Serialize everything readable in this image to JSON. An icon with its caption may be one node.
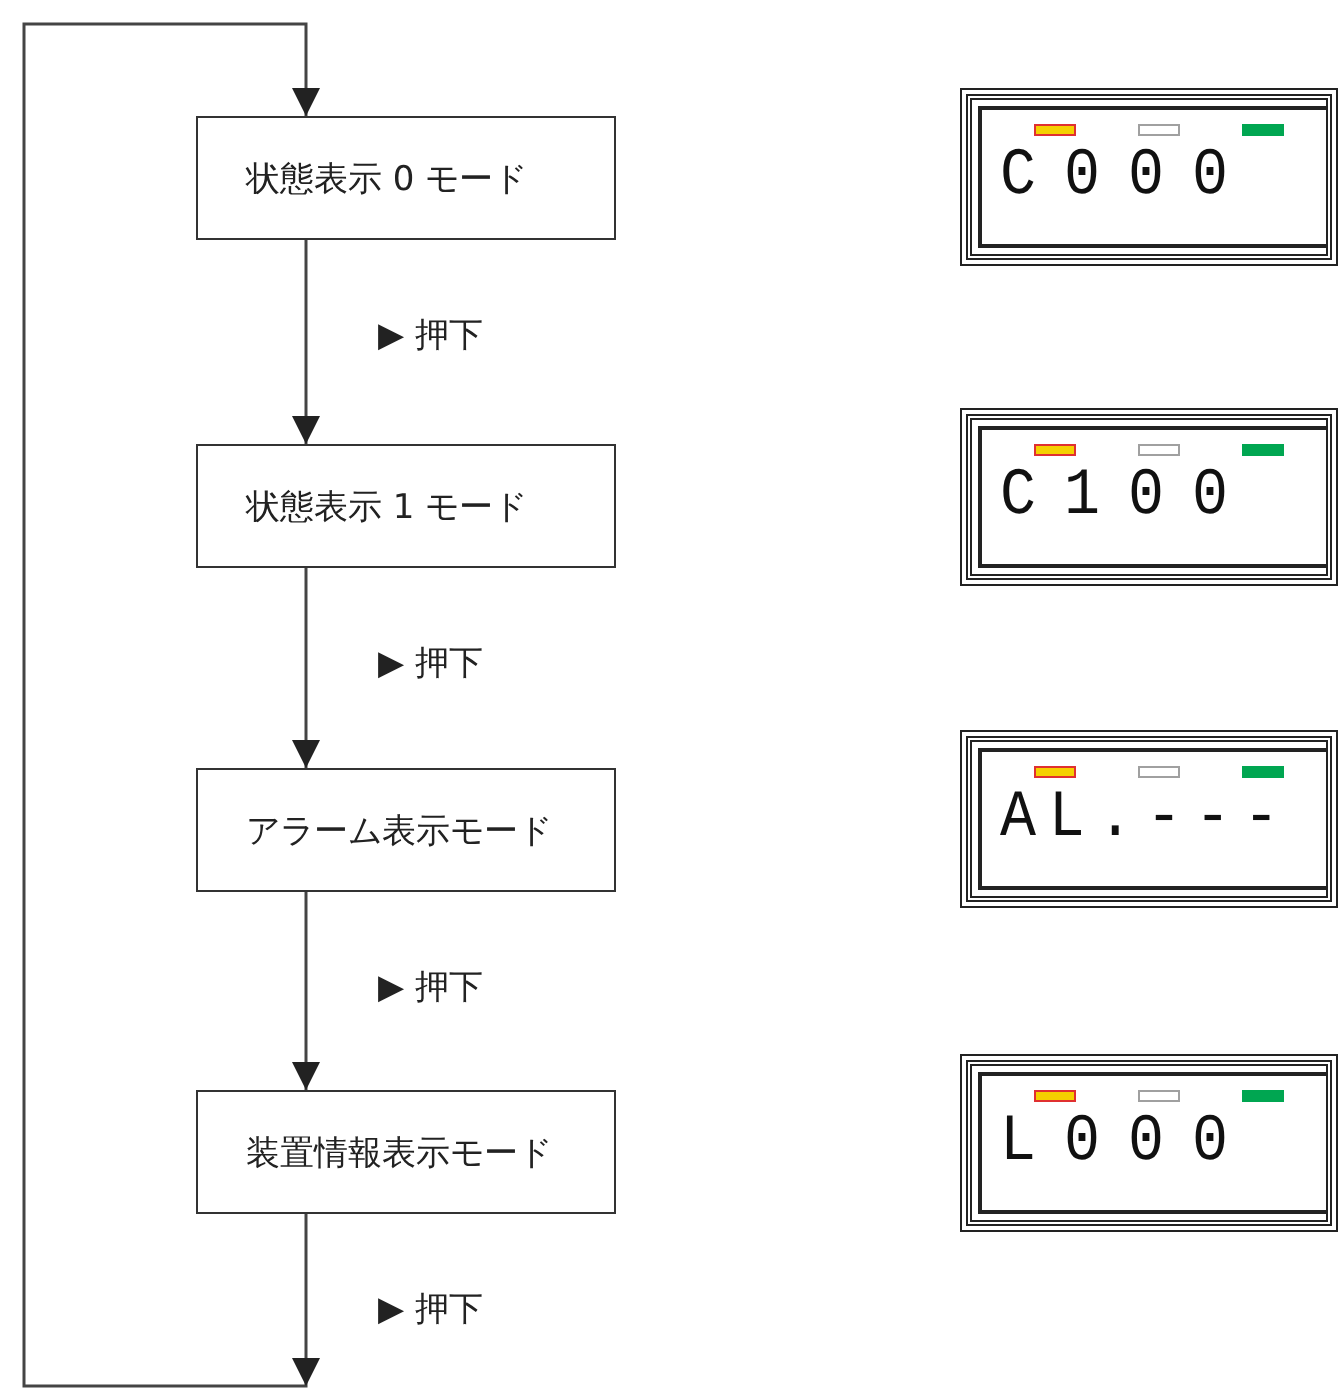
{
  "diagram": {
    "nodes": [
      {
        "text": [
          "状態表示 0 モード"
        ]
      },
      {
        "text": [
          "状態表示 1 モード"
        ]
      },
      {
        "text": [
          "アラーム表示モード"
        ]
      },
      {
        "text": [
          "装置情報表示モード"
        ]
      },
      {
        "text": [
          "C000"
        ]
      },
      {
        "text": [
          "C100"
        ]
      },
      {
        "text": [
          "AL.---"
        ]
      },
      {
        "text": [
          "L000"
        ]
      }
    ],
    "edges": [
      {
        "from": 0,
        "to": 1,
        "arrow": "to",
        "label": "▶ 押下"
      },
      {
        "from": 1,
        "to": 2,
        "arrow": "to",
        "label": "▶ 押下"
      },
      {
        "from": 2,
        "to": 3,
        "arrow": "to",
        "label": "▶ 押下"
      },
      {
        "from": 3,
        "to": 0,
        "arrow": "to",
        "label": "▶ 押下"
      }
    ]
  }
}
